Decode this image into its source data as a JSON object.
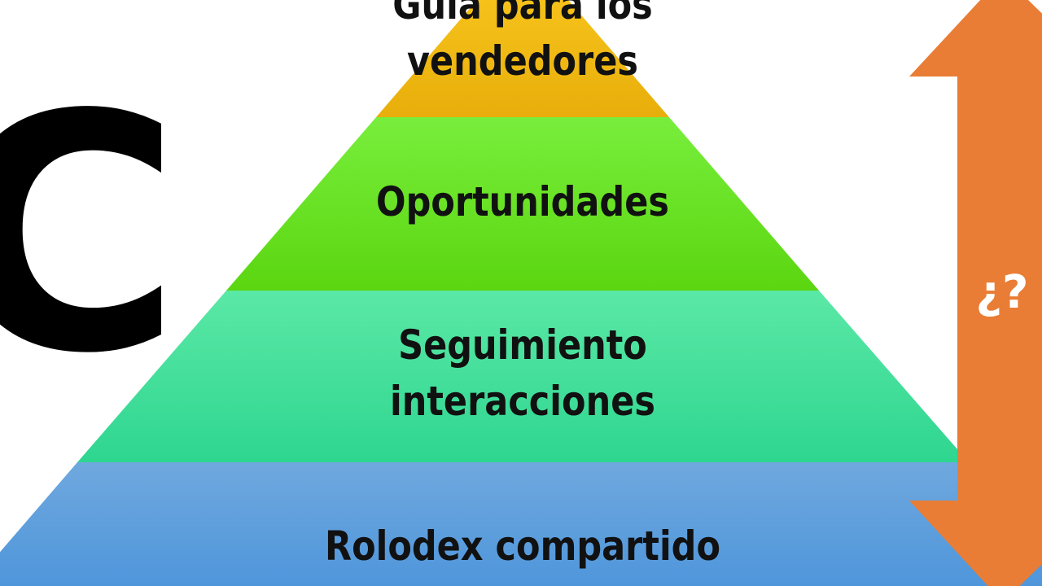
{
  "pyramid": {
    "layers": [
      {
        "label": "Guía para los\nvendedores",
        "color_top": "#f6c21a",
        "color_bottom": "#e8ae0b"
      },
      {
        "label": "Oportunidades",
        "color_top": "#78ee3c",
        "color_bottom": "#5bd610"
      },
      {
        "label": "Seguimiento\ninteracciones",
        "color_top": "#5be8a6",
        "color_bottom": "#2ed690"
      },
      {
        "label": "Rolodex compartido",
        "color_top": "#6fa8de",
        "color_bottom": "#4f96db"
      }
    ]
  },
  "side_arrow": {
    "label": "¿?",
    "color": "#e97d35"
  },
  "left_text": {
    "glyph": "C"
  }
}
